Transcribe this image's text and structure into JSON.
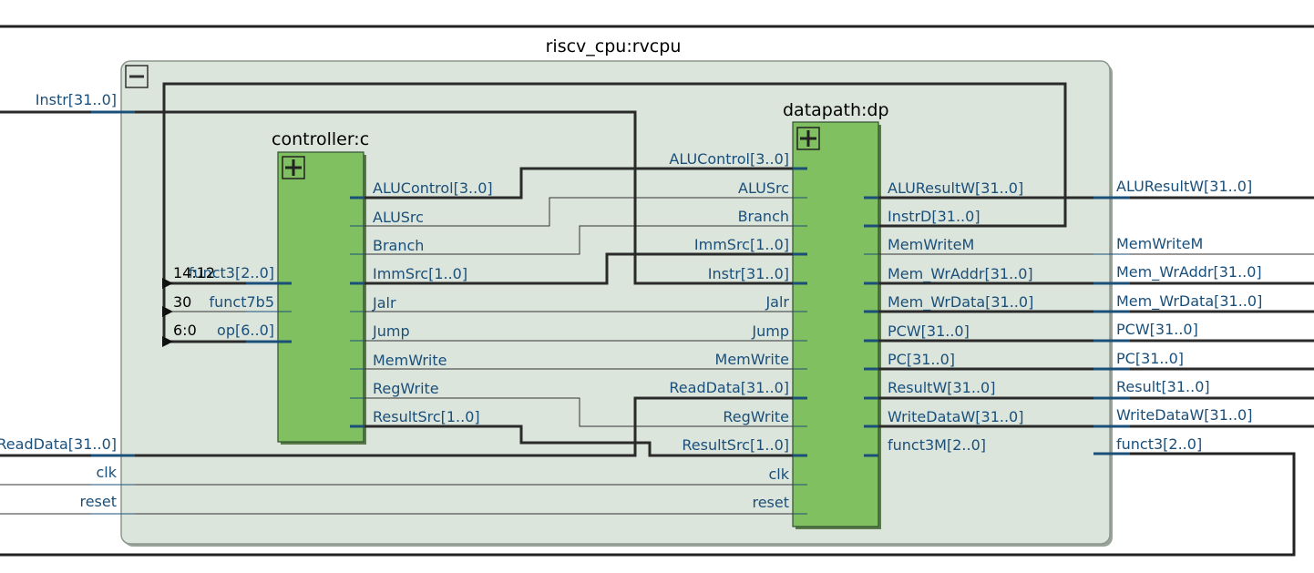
{
  "top_module": {
    "title": "riscv_cpu:rvcpu"
  },
  "controller": {
    "title": "controller:c",
    "inputs": [
      "funct3[2..0]",
      "funct7b5",
      "op[6..0]"
    ],
    "outputs": [
      "ALUControl[3..0]",
      "ALUSrc",
      "Branch",
      "ImmSrc[1..0]",
      "Jalr",
      "Jump",
      "MemWrite",
      "RegWrite",
      "ResultSrc[1..0]"
    ]
  },
  "datapath": {
    "title": "datapath:dp",
    "inputs": [
      "ALUControl[3..0]",
      "ALUSrc",
      "Branch",
      "ImmSrc[1..0]",
      "Instr[31..0]",
      "Jalr",
      "Jump",
      "MemWrite",
      "ReadData[31..0]",
      "RegWrite",
      "ResultSrc[1..0]",
      "clk",
      "reset"
    ],
    "outputs": [
      "ALUResultW[31..0]",
      "InstrD[31..0]",
      "MemWriteM",
      "Mem_WrAddr[31..0]",
      "Mem_WrData[31..0]",
      "PCW[31..0]",
      "PC[31..0]",
      "ResultW[31..0]",
      "WriteDataW[31..0]",
      "funct3M[2..0]"
    ]
  },
  "top_inputs": [
    "Instr[31..0]",
    "ReadData[31..0]",
    "clk",
    "reset"
  ],
  "top_outputs": [
    "ALUResultW[31..0]",
    "MemWriteM",
    "Mem_WrAddr[31..0]",
    "Mem_WrData[31..0]",
    "PCW[31..0]",
    "PC[31..0]",
    "Result[31..0]",
    "WriteDataW[31..0]",
    "funct3[2..0]"
  ],
  "bit_slices": [
    "14:12",
    "30",
    "6:0"
  ],
  "colors": {
    "block_fill": "#80c060",
    "module_fill": "#dce5dc",
    "wire": "#222222",
    "bus": "#2a2a2a",
    "port": "#1a4f7a"
  }
}
